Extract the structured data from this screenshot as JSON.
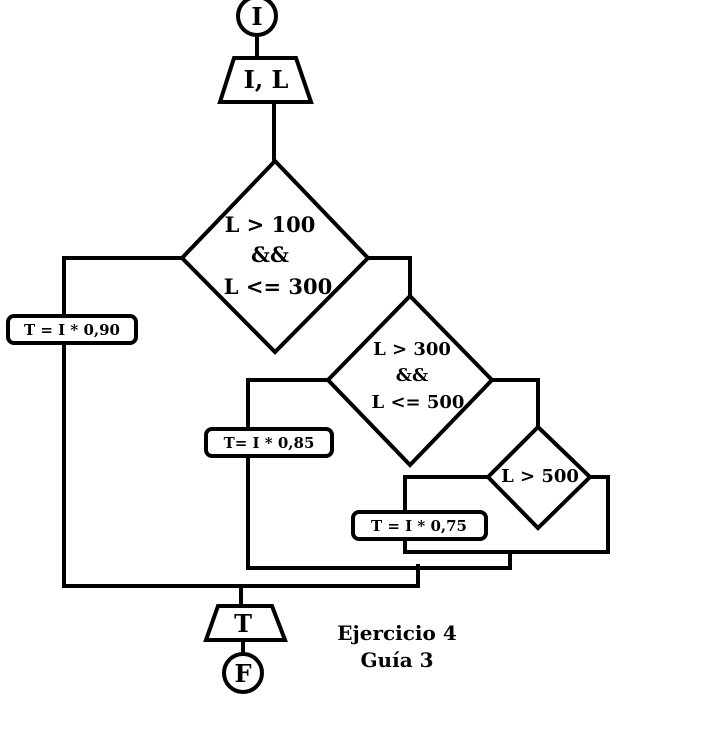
{
  "flowchart": {
    "start_label": "I",
    "input_label": "I, L",
    "decision1": {
      "line1": "L > 100",
      "line2": "&&",
      "line3": "L <= 300"
    },
    "decision2": {
      "line1": "L > 300",
      "line2": "&&",
      "line3": "L <= 500"
    },
    "decision3": {
      "line1": "L > 500"
    },
    "process1": "T = I * 0,90",
    "process2": "T= I * 0,85",
    "process3": "T = I * 0,75",
    "output_label": "T",
    "end_label": "F"
  },
  "caption": {
    "line1": "Ejercicio 4",
    "line2": "Guía 3"
  }
}
